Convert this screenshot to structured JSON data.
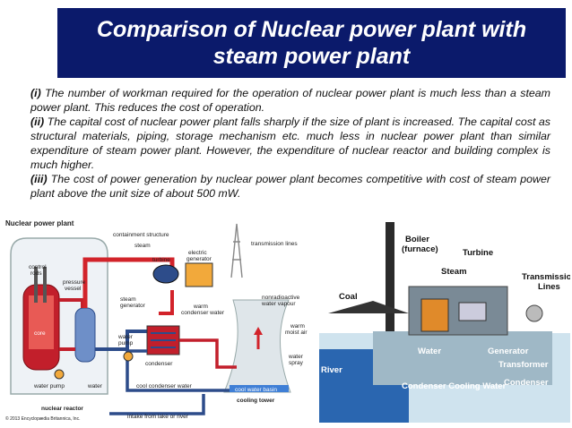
{
  "title": "Comparison of Nuclear power plant with steam power plant",
  "points": [
    {
      "num": "(i)",
      "text": " The number of workman required for the operation of nuclear power plant is much less than a steam power plant. This reduces the cost of operation."
    },
    {
      "num": "(ii)",
      "text": " The capital cost of nuclear power plant falls sharply if the size of plant is increased. The capital cost as structural materials, piping, storage mechanism etc. much less in nuclear power plant than similar expenditure of steam power plant. However, the expenditure of nuclear reactor and building complex is much higher."
    },
    {
      "num": "(iii)",
      "text": " The cost of power generation by nuclear power plant becomes competitive with cost of steam power plant above the unit size of about 500 mW."
    }
  ],
  "nuclear_diagram": {
    "title": "Nuclear power plant",
    "labels": {
      "containment": "containment structure",
      "steam": "steam",
      "turbine": "turbine",
      "electric": "electric",
      "generator": "generator",
      "transmission": "transmission lines",
      "control": "control",
      "rods": "rods",
      "pressure": "pressure",
      "vessel": "vessel",
      "steam_gen1": "steam",
      "steam_gen2": "generator",
      "warm_water": "warm",
      "condenser_water": "condenser water",
      "nonradioactive": "nonradioactive",
      "water_vapour": "water vapour",
      "core": "core",
      "water_pump1": "water",
      "water_pump2": "pump",
      "warm_moist1": "warm",
      "warm_moist2": "moist air",
      "condenser": "condenser",
      "water_spray1": "water",
      "water_spray2": "spray",
      "water_pump_bottom": "water pump",
      "water": "water",
      "cool_condenser": "cool condenser water",
      "cool_basin": "cool water basin",
      "cooling_tower": "cooling tower",
      "nuclear_reactor": "nuclear reactor",
      "intake": "intake from lake or river",
      "copyright": "© 2013 Encyclopædia Britannica, Inc."
    }
  },
  "steam_diagram": {
    "labels": {
      "boiler1": "Boiler",
      "boiler2": "(furnace)",
      "turbine": "Turbine",
      "steam": "Steam",
      "transmission1": "Transmission",
      "transmission2": "Lines",
      "coal": "Coal",
      "water": "Water",
      "generator": "Generator",
      "river": "River",
      "transformer": "Transformer",
      "condenser_cooling": "Condenser Cooling Water",
      "condenser": "Condenser"
    }
  }
}
